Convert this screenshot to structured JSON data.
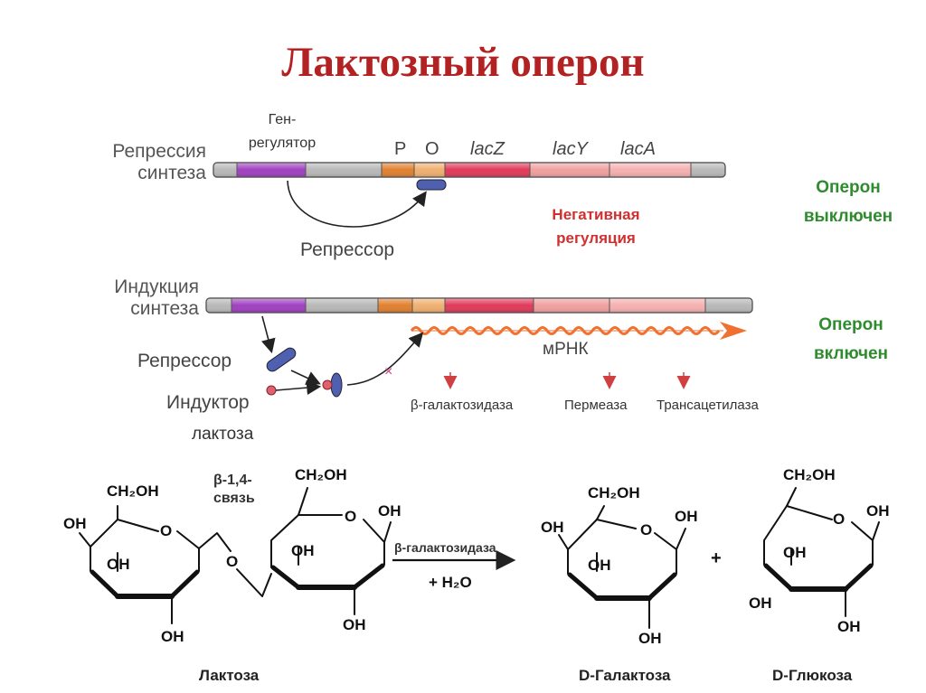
{
  "title": "Лактозный оперон",
  "repression": {
    "label_line1": "Репрессия",
    "label_line2": "синтеза",
    "regulator_label_line1": "Ген-",
    "regulator_label_line2": "регулятор",
    "genes": [
      "P",
      "O",
      "lacZ",
      "lacY",
      "lacA"
    ],
    "repressor_label": "Репрессор",
    "negative_line1": "Негативная",
    "negative_line2": "регуляция",
    "status_line1": "Оперон",
    "status_line2": "выключен"
  },
  "induction": {
    "label_line1": "Индукция",
    "label_line2": "синтеза",
    "repressor_label": "Репрессор",
    "inducer_label": "Индуктор",
    "lactose_label": "лактоза",
    "mrna_label": "мРНК",
    "enzymes": [
      "β-галактозидаза",
      "Пермеаза",
      "Трансацетилаза"
    ],
    "status_line1": "Оперон",
    "status_line2": "включен"
  },
  "reaction": {
    "bond_label_line1": "β-1,4-",
    "bond_label_line2": "связь",
    "enzyme_label": "β-галактозидаза",
    "water_label": "+ H₂O",
    "plus": "+",
    "ch2oh": "CH₂OH",
    "oh": "OH",
    "ring_o": "O",
    "names": [
      "Лактоза",
      "D-Галактоза",
      "D-Глюкоза"
    ]
  },
  "colors": {
    "title": "#b22222",
    "regulator_gene": "#a040c0",
    "promoter": "#e08030",
    "operator": "#f0b070",
    "lacZ": "#e03a5a",
    "lacY": "#f0a0a0",
    "lacA": "#f5b0b0",
    "dna_gray": "#b8b8b8",
    "repressor": "#5060b0",
    "inducer": "#e06070",
    "mrna": "#f07030",
    "status": "#2e8b2e",
    "negative": "#d03030"
  }
}
